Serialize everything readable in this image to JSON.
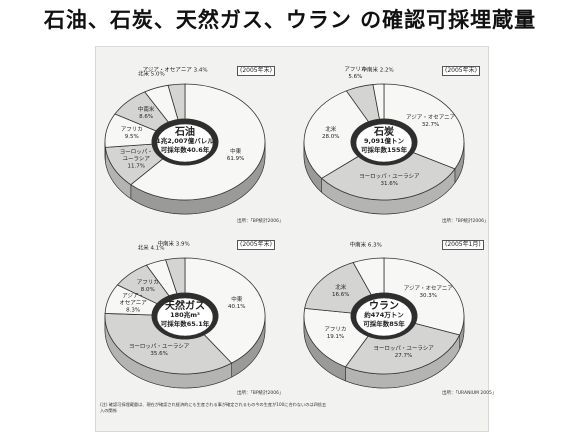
{
  "title": "石油、石炭、天然ガス、ウラン の確認可採埋蔵量",
  "footnote": "(注) 確認可採埋蔵量は、現在が確認され経済的にも生産される事が確定されるもの今の生産が100に合わないのは四捨五入の関係",
  "colors": {
    "dark": "#2e2e2e",
    "mid": "#8a8a8a",
    "light": "#d4d4d2",
    "white": "#f7f7f5",
    "outline": "#333333"
  },
  "chart_data": [
    {
      "type": "pie",
      "title": "石油",
      "amount": "1兆2,007億バレル",
      "years": "可採年数40.6年",
      "year_note": "(2005年末)",
      "source": "出所：「BP統計2006」",
      "categories": [
        "中東",
        "ヨーロッパ・ユーラシア",
        "アフリカ",
        "中南米",
        "北米",
        "アジア・オセアニア"
      ],
      "values": [
        61.9,
        11.7,
        9.5,
        8.6,
        5.0,
        3.4
      ],
      "labels": [
        "中東\n61.9%",
        "ヨーロッパ・\nユーラシア\n11.7%",
        "アフリカ\n9.5%",
        "中南米\n8.6%",
        "北米 5.0%",
        "アジア・オセアニア 3.4%"
      ],
      "tones": [
        "white",
        "light",
        "white",
        "light",
        "white",
        "light"
      ]
    },
    {
      "type": "pie",
      "title": "石炭",
      "amount": "9,091億トン",
      "years": "可採年数155年",
      "year_note": "(2005年末)",
      "source": "出所：「BP統計2006」",
      "categories": [
        "アジア・オセアニア",
        "ヨーロッパ・ユーラシア",
        "北米",
        "アフリカ",
        "中南米"
      ],
      "values": [
        32.7,
        31.6,
        28.0,
        5.6,
        2.2
      ],
      "labels": [
        "アジア・オセアニア\n32.7%",
        "ヨーロッパ・ユーラシア\n31.6%",
        "北米\n28.0%",
        "アフリカ\n5.6%",
        "中南米 2.2%"
      ],
      "tones": [
        "white",
        "light",
        "white",
        "light",
        "white"
      ]
    },
    {
      "type": "pie",
      "title": "天然ガス",
      "amount": "180兆m³",
      "years": "可採年数65.1年",
      "year_note": "(2005年末)",
      "source": "出所：「BP統計2006」",
      "categories": [
        "中東",
        "ヨーロッパ・ユーラシア",
        "アジア・オセアニア",
        "アフリカ",
        "北米",
        "中南米"
      ],
      "values": [
        40.1,
        35.6,
        8.3,
        8.0,
        4.1,
        3.9
      ],
      "labels": [
        "中東\n40.1%",
        "ヨーロッパ・ユーラシア\n35.6%",
        "アジア・\nオセアニア\n8.3%",
        "アフリカ\n8.0%",
        "北米 4.1%",
        "中南米 3.9%"
      ],
      "tones": [
        "white",
        "light",
        "white",
        "light",
        "white",
        "light"
      ]
    },
    {
      "type": "pie",
      "title": "ウラン",
      "amount": "約474万トン",
      "years": "可採年数85年",
      "year_note": "(2005年1月)",
      "source": "出所：「URANIUM 2005」",
      "categories": [
        "アジア・オセアニア",
        "ヨーロッパ・ユーラシア",
        "アフリカ",
        "北米",
        "中南米"
      ],
      "values": [
        30.3,
        27.7,
        19.1,
        16.6,
        6.3
      ],
      "labels": [
        "アジア・オセアニア\n30.3%",
        "ヨーロッパ・ユーラシア\n27.7%",
        "アフリカ\n19.1%",
        "北米\n16.6%",
        "中南米 6.3%"
      ],
      "tones": [
        "white",
        "light",
        "white",
        "light",
        "white"
      ]
    }
  ]
}
